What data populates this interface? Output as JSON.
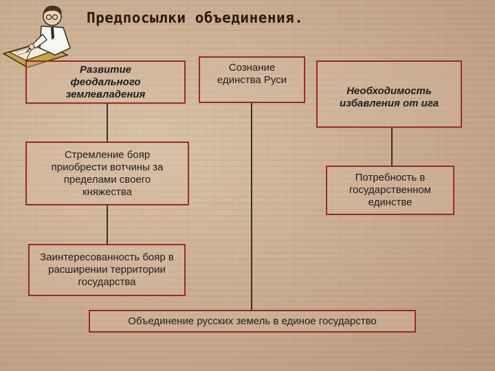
{
  "title": "Предпосылки объединения.",
  "boxes": {
    "feudal": "Развитие феодального землевладения",
    "consciousness": "Сознание единства Руси",
    "yoke": "Необходимость избавления от ига",
    "boyars_votchiny": "Стремление бояр приобрести вотчины за пределами своего княжества",
    "state_unity": "Потребность в государственном единстве",
    "boyars_territory": "Заинтересованность бояр в расширении территории государства",
    "result": "Объединение русских земель в единое государство"
  },
  "colors": {
    "box_border": "#9a2a22",
    "connector": "#3c3028",
    "text": "#1e1e1e"
  },
  "icons": [
    "writing-clerk-icon"
  ]
}
